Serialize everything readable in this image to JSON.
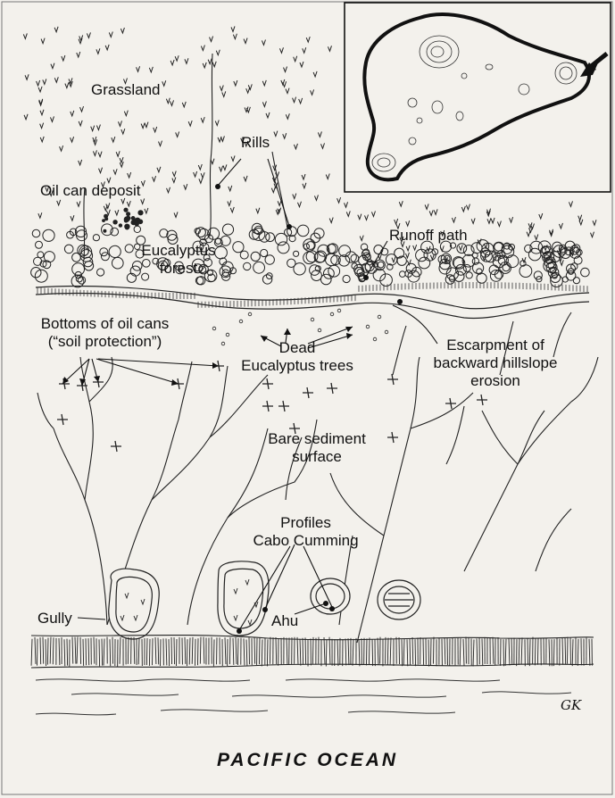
{
  "labels": {
    "grassland": "Grassland",
    "rills": "Rills",
    "oil_can_deposit": "Oil can deposit",
    "runoff_path": "Runoff path",
    "eucalyptus_forest_line1": "Eucalyptus",
    "eucalyptus_forest_line2": "forest",
    "bottoms_line1": "Bottoms of oil cans",
    "bottoms_line2": "(“soil protection”)",
    "dead_line1": "Dead",
    "dead_line2": "Eucalyptus trees",
    "escarpment_line1": "Escarpment of",
    "escarpment_line2": "backward hillslope",
    "escarpment_line3": "erosion",
    "bare_line1": "Bare sediment",
    "bare_line2": "surface",
    "profiles_line1": "Profiles",
    "profiles_line2": "Cabo Cumming",
    "gully": "Gully",
    "ahu": "Ahu",
    "ocean": "PACIFIC OCEAN",
    "signature": "GK"
  },
  "colors": {
    "ink": "#111111",
    "paper": "#f3f1ec"
  }
}
